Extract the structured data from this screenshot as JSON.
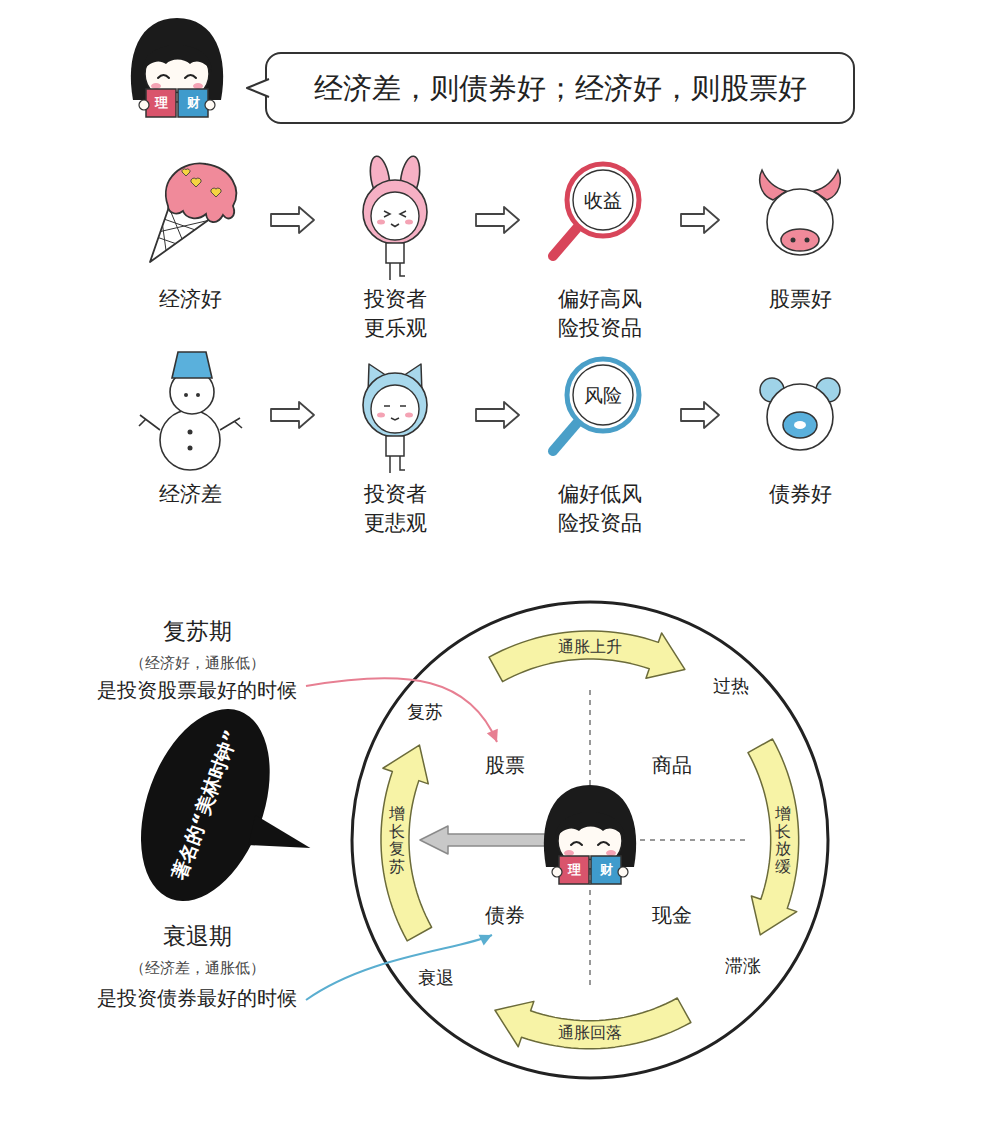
{
  "diagram": {
    "nodes": [
      {
        "text": [
          "经济差，则债券好；经济好，则股票好"
        ]
      },
      {
        "text": [
          "经济好"
        ]
      },
      {
        "text": [
          "投资者 更乐观"
        ]
      },
      {
        "text": [
          "收益",
          "偏好高风 险投资品"
        ]
      },
      {
        "text": [
          "股票好"
        ]
      },
      {
        "text": [
          "经济差"
        ]
      },
      {
        "text": [
          "投资者 更悲观"
        ]
      },
      {
        "text": [
          "风险",
          "偏好低风 险投资品"
        ]
      },
      {
        "text": [
          "债券好"
        ]
      },
      {
        "text": [
          "著名的“美林时钟”"
        ]
      },
      {
        "text": [
          "通胀上升"
        ]
      },
      {
        "text": [
          "增长放缓"
        ]
      },
      {
        "text": [
          "通胀回落"
        ]
      },
      {
        "text": [
          "增长复苏"
        ]
      }
    ],
    "edges": [
      {
        "from": 1,
        "to": 2,
        "arrow": "to"
      },
      {
        "from": 2,
        "to": 3,
        "arrow": "to"
      },
      {
        "from": 3,
        "to": 4,
        "arrow": "to"
      },
      {
        "from": 5,
        "to": 6,
        "arrow": "to"
      },
      {
        "from": 6,
        "to": 7,
        "arrow": "to"
      },
      {
        "from": 7,
        "to": 8,
        "arrow": "to"
      }
    ],
    "labels": [
      "理",
      "财",
      "复苏期",
      "（经济好，通胀低）",
      "是投资股票最好的时候",
      "衰退期",
      "（经济差，通胀低）",
      "是投资债券最好的时候",
      "复苏",
      "过热",
      "滞涨",
      "衰退",
      "股票",
      "商品",
      "债券",
      "现金",
      "理",
      "财"
    ]
  }
}
